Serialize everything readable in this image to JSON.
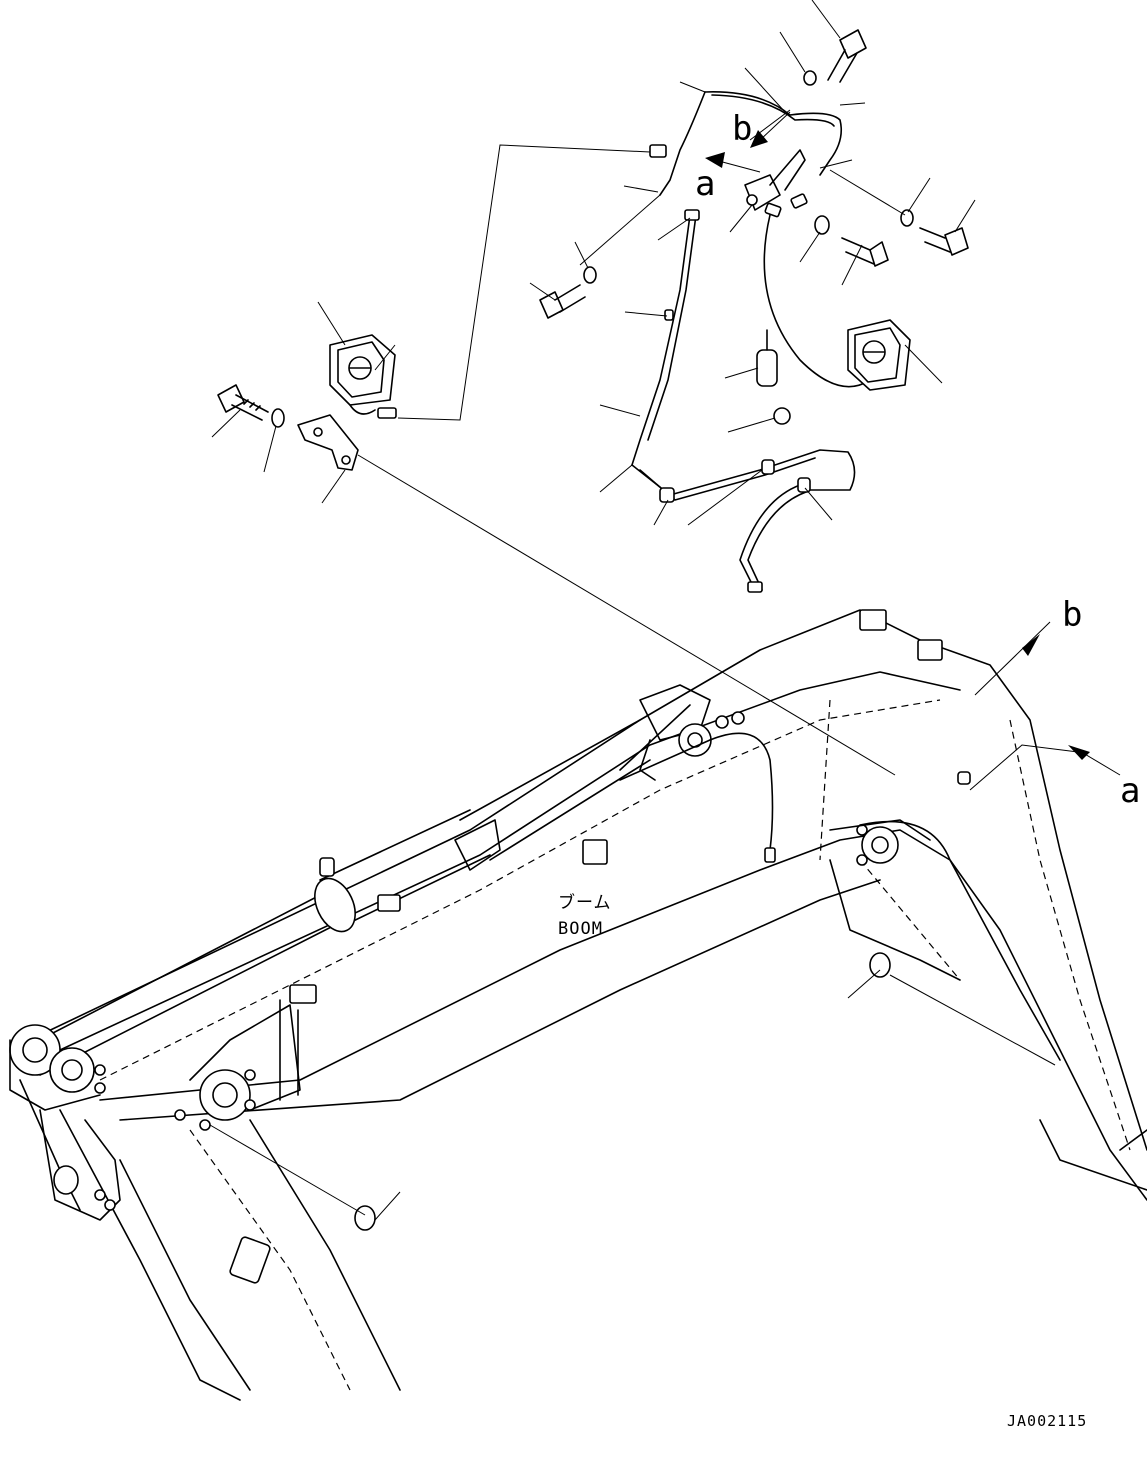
{
  "labels": {
    "view_a": "a",
    "view_b": "b",
    "boom_jp": "ブーム",
    "boom_en": "BOOM",
    "drawing_code": "JA002115"
  }
}
